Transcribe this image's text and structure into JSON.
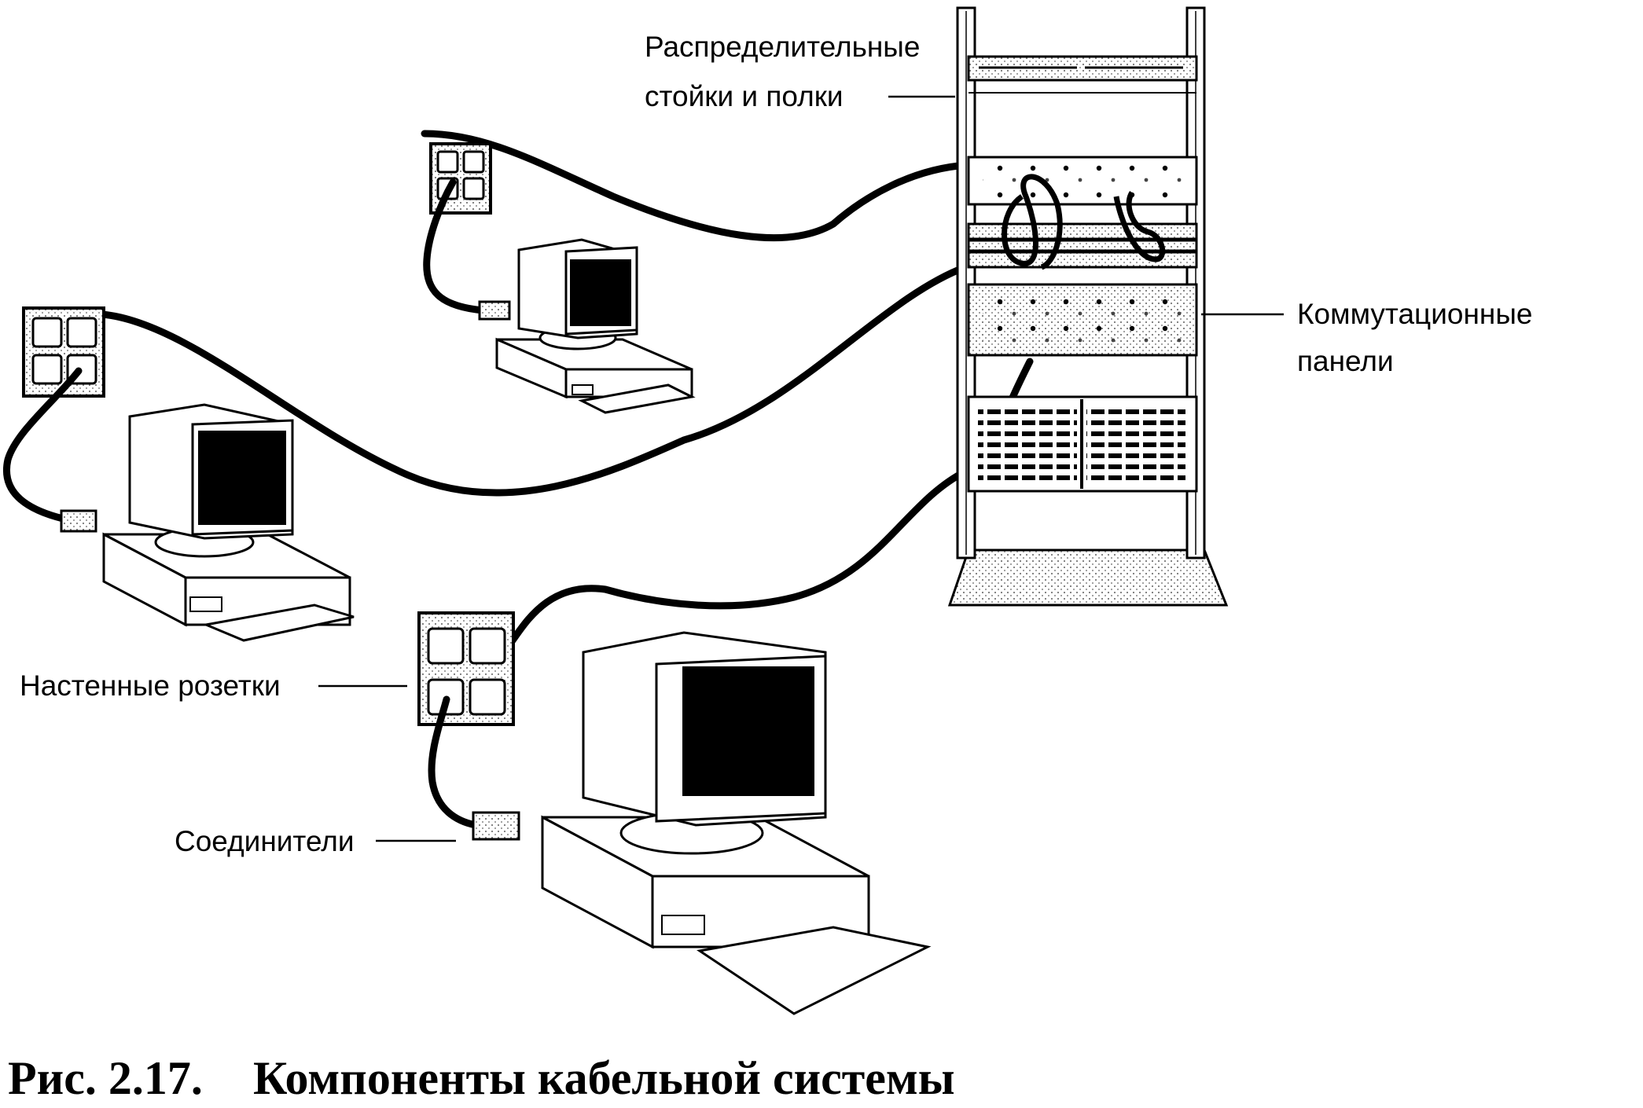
{
  "labels": {
    "racks_line1": "Распределительные",
    "racks_line2": "стойки и полки",
    "patch_line1": "Коммутационные",
    "patch_line2": "панели",
    "wall_outlets": "Настенные розетки",
    "connectors": "Соединители"
  },
  "caption": {
    "number": "Рис. 2.17.",
    "title": "Компоненты кабельной системы"
  }
}
